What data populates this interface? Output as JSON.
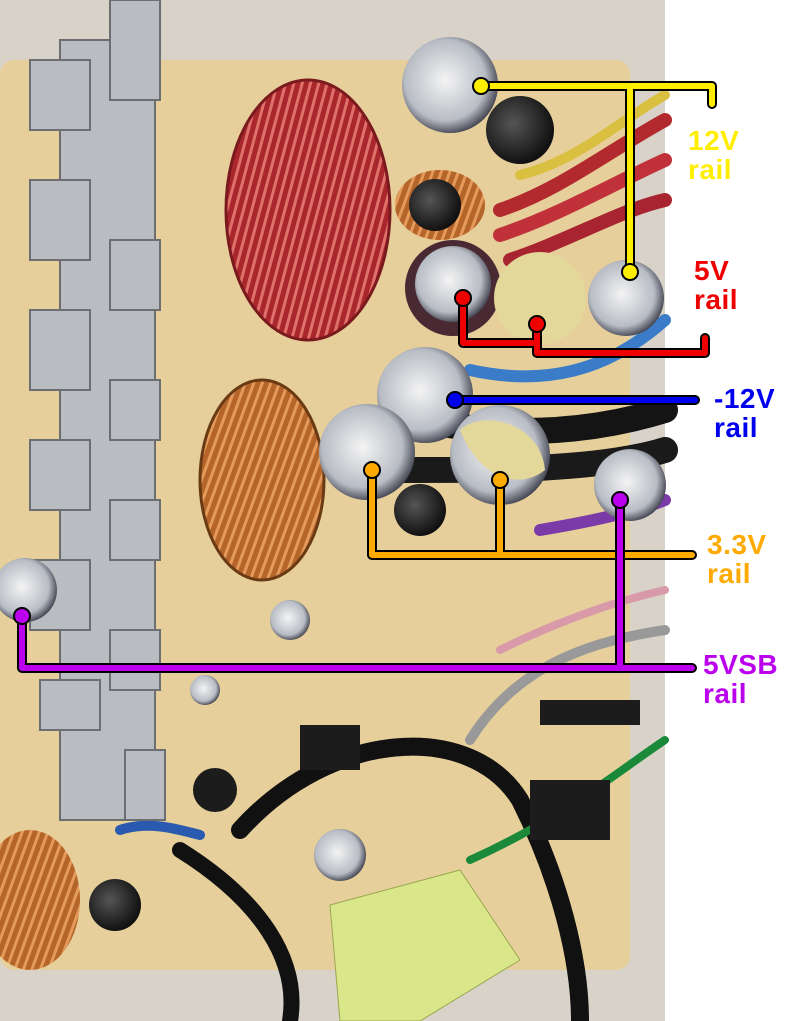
{
  "colors": {
    "rail_12v": "#ffee00",
    "rail_5v": "#ee0000",
    "rail_neg12v": "#0000ee",
    "rail_3v3": "#ffaa00",
    "rail_5vsb": "#bb00ee",
    "pcb": "#e6cf9a"
  },
  "labels": {
    "rail_12v": {
      "line1": "12V",
      "line2": "rail"
    },
    "rail_5v": {
      "line1": "5V",
      "line2": "rail"
    },
    "rail_neg12v": {
      "line1": "-12V",
      "line2": "rail"
    },
    "rail_3v3": {
      "line1": "3.3V",
      "line2": "rail"
    },
    "rail_5vsb": {
      "line1": "5VSB",
      "line2": "rail"
    }
  }
}
